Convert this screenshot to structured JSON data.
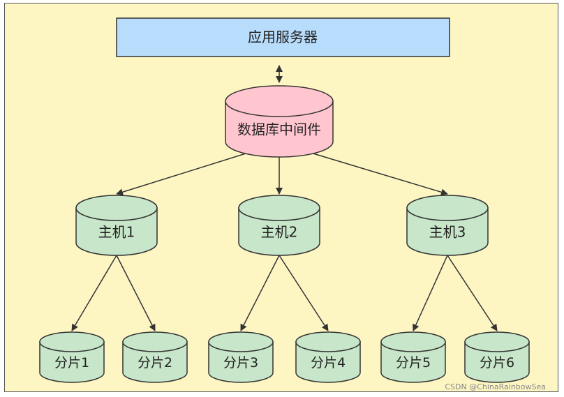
{
  "app_server": {
    "label": "应用服务器",
    "color": "#b8dcfb"
  },
  "middleware": {
    "label": "数据库中间件",
    "color": "#ffc6cf"
  },
  "hosts": [
    {
      "label": "主机1",
      "shards": [
        "分片1",
        "分片2"
      ]
    },
    {
      "label": "主机2",
      "shards": [
        "分片3",
        "分片4"
      ]
    },
    {
      "label": "主机3",
      "shards": [
        "分片5",
        "分片6"
      ]
    }
  ],
  "node_color": "#c8e6c9",
  "watermark": "CSDN @ChinaRainbowSea"
}
